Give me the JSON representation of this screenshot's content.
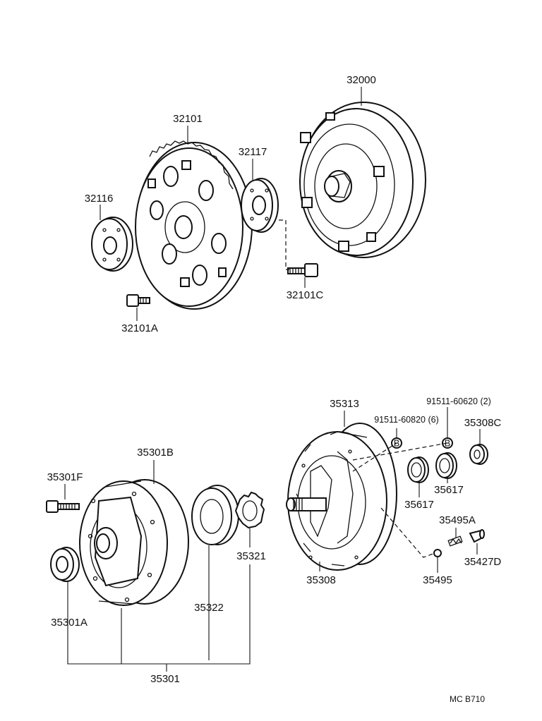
{
  "labels": {
    "p32000": "32000",
    "p32101": "32101",
    "p32117": "32117",
    "p32116": "32116",
    "p32101C": "32101C",
    "p32101A": "32101A",
    "p35313": "35313",
    "p91511_60620": "91511-60620 (2)",
    "p91511_60820": "91511-60820 (6)",
    "p35308C": "35308C",
    "p35301B": "35301B",
    "p35301F": "35301F",
    "p35617a": "35617",
    "p35617b": "35617",
    "p35495A": "35495A",
    "p35427D": "35427D",
    "p35321": "35321",
    "p35308": "35308",
    "p35495": "35495",
    "p35322": "35322",
    "p35301A": "35301A",
    "p35301": "35301"
  },
  "markers": {
    "bolt_b1": "B",
    "bolt_b2": "B"
  },
  "footer": {
    "code": "MC  B710"
  }
}
